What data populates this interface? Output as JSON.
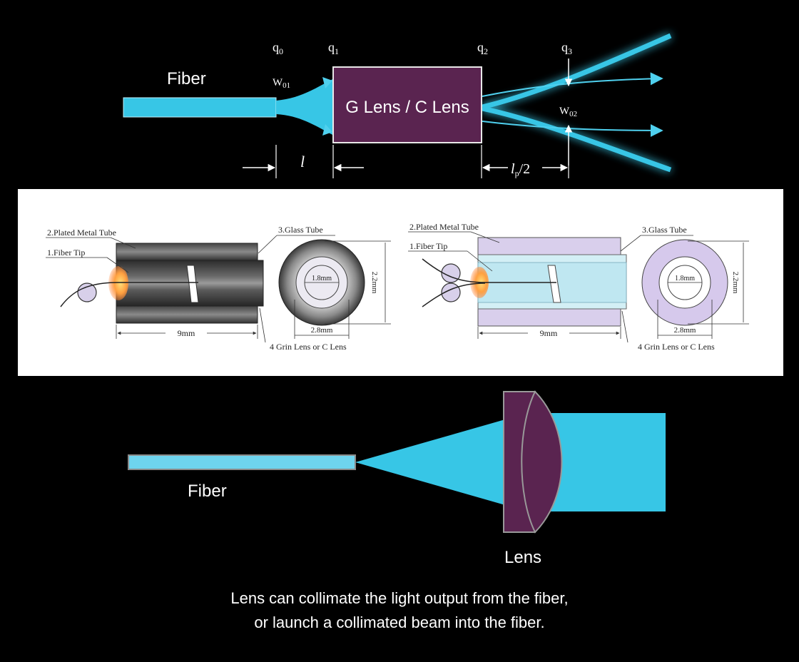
{
  "top": {
    "fiber_label": "Fiber",
    "lens_label": "G Lens / C Lens",
    "q0": "q",
    "q0_sub": "0",
    "q1": "q",
    "q1_sub": "1",
    "q2": "q",
    "q2_sub": "2",
    "q3": "q",
    "q3_sub": "3",
    "w01": "W",
    "w01_sub": "01",
    "w02": "W",
    "w02_sub": "02",
    "l_label": "l",
    "lp_label": "l",
    "lp_sub": "p",
    "lp_suffix": "/2"
  },
  "middle": {
    "left": {
      "plated": "2.Plated Metal Tube",
      "glass": "3.Glass Tube",
      "tip": "1.Fiber Tip",
      "lens": "4 Grin Lens or C Lens",
      "length": "9mm",
      "inner": "1.8mm",
      "outer": "2.8mm",
      "height": "2.2mm"
    },
    "right": {
      "plated": "2.Plated Metal Tube",
      "glass": "3.Glass Tube",
      "tip": "1.Fiber Tip",
      "lens": "4 Grin Lens or C Lens",
      "length": "9mm",
      "inner": "1.8mm",
      "outer": "2.8mm",
      "height": "2.2mm"
    }
  },
  "bottom": {
    "fiber_label": "Fiber",
    "lens_label": "Lens"
  },
  "caption": {
    "line1": "Lens can collimate the light output from the fiber,",
    "line2": "or launch a collimated beam into the fiber."
  },
  "colors": {
    "beam": "#37c6e6",
    "lens_body": "#5a2450",
    "panel_bg": "#ffffff",
    "background": "#000000"
  }
}
